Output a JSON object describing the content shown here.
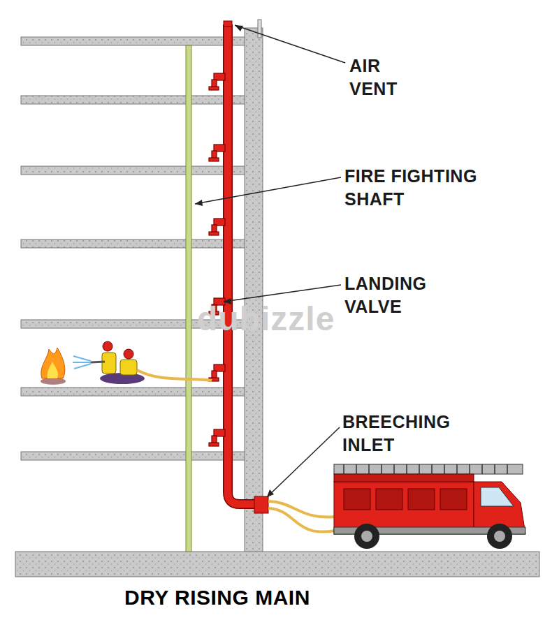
{
  "diagram": {
    "title": "DRY RISING MAIN",
    "labels": [
      "AIR VENT",
      "FIRE FIGHTING SHAFT",
      "LANDING VALVE",
      "BREECHING INLET",
      "dubizzle"
    ]
  }
}
